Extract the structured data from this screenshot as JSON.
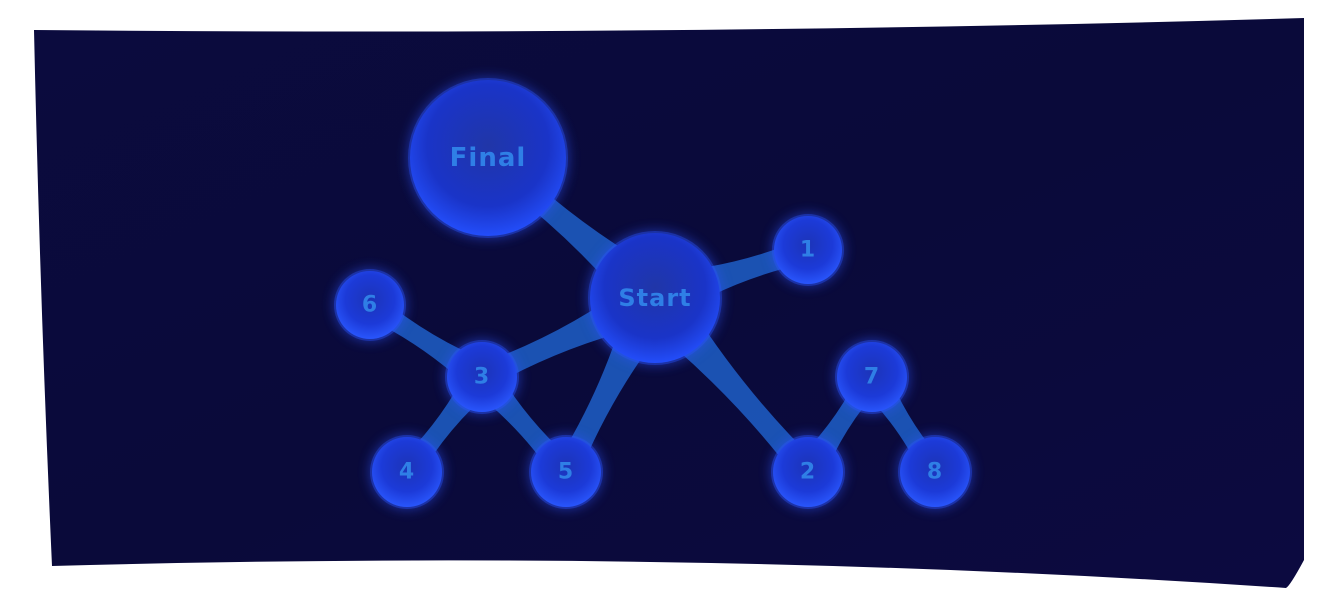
{
  "graph": {
    "nodes": [
      {
        "id": "final",
        "label": "Final"
      },
      {
        "id": "start",
        "label": "Start"
      },
      {
        "id": "n1",
        "label": "1"
      },
      {
        "id": "n2",
        "label": "2"
      },
      {
        "id": "n3",
        "label": "3"
      },
      {
        "id": "n4",
        "label": "4"
      },
      {
        "id": "n5",
        "label": "5"
      },
      {
        "id": "n6",
        "label": "6"
      },
      {
        "id": "n7",
        "label": "7"
      },
      {
        "id": "n8",
        "label": "8"
      }
    ],
    "edges": [
      {
        "from": "start",
        "to": "final"
      },
      {
        "from": "start",
        "to": "n1"
      },
      {
        "from": "start",
        "to": "n3"
      },
      {
        "from": "start",
        "to": "n5"
      },
      {
        "from": "start",
        "to": "n2"
      },
      {
        "from": "n3",
        "to": "n6"
      },
      {
        "from": "n3",
        "to": "n4"
      },
      {
        "from": "n3",
        "to": "n5"
      },
      {
        "from": "n2",
        "to": "n7"
      },
      {
        "from": "n7",
        "to": "n8"
      }
    ]
  },
  "colors": {
    "background": "#0a0a3c",
    "node_fill": "#1a3fe0",
    "node_glow": "#2a52ff",
    "edge": "#1e5fc8",
    "label": "#2f7fe6"
  }
}
